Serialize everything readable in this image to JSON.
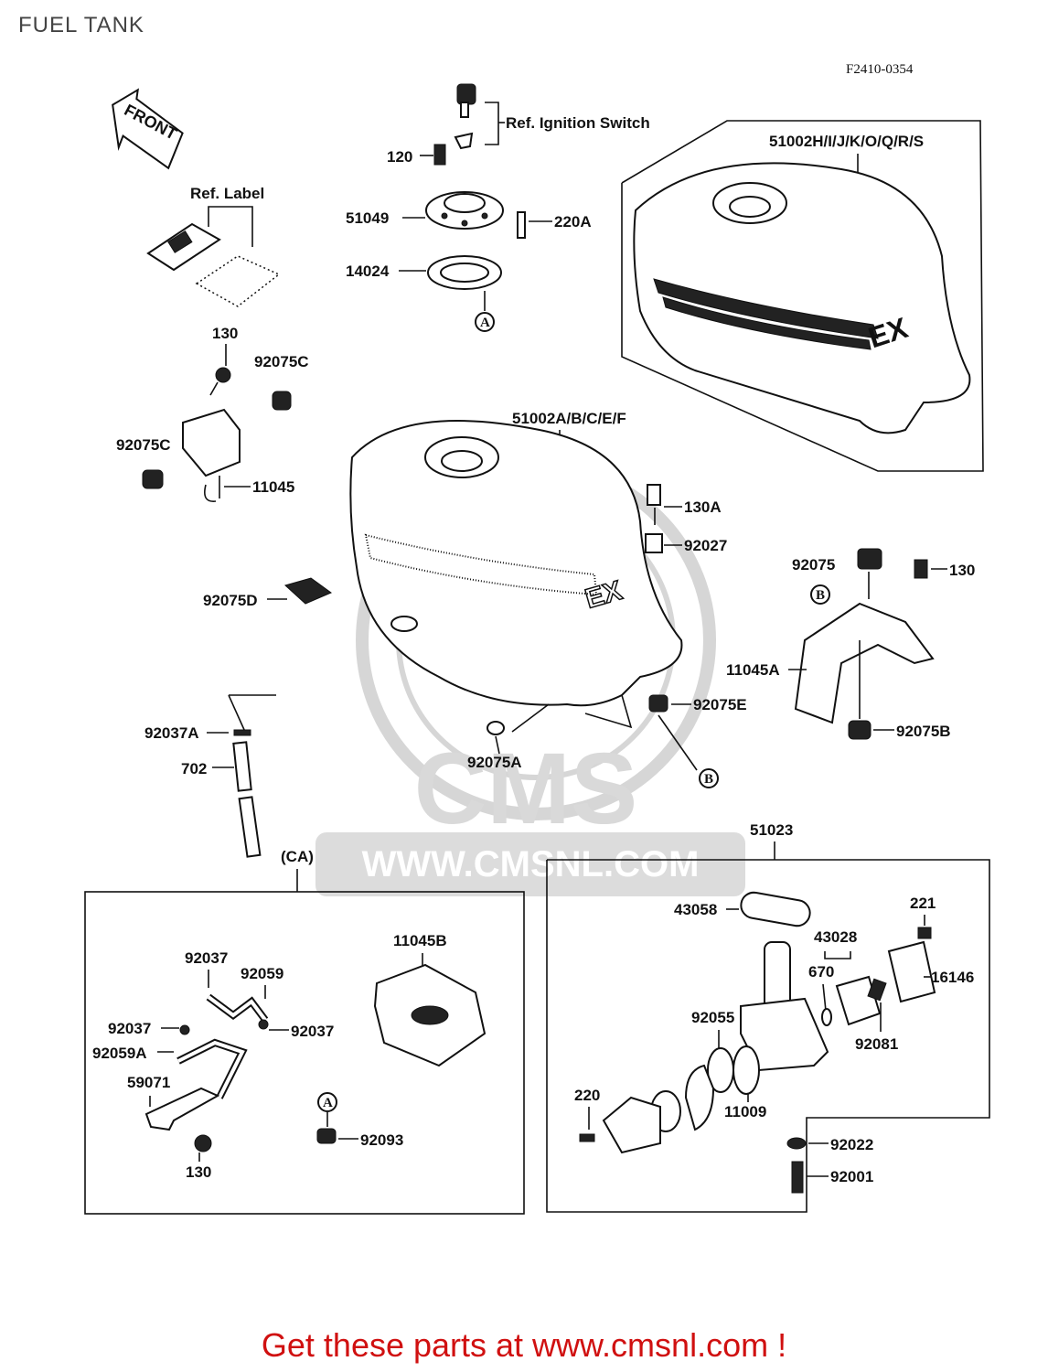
{
  "title": "FUEL TANK",
  "drawing_code": "F2410-0354",
  "front_label": "FRONT",
  "footer": "Get these parts at www.cmsnl.com !",
  "watermark": {
    "logo": "CMS",
    "url": "WWW.CMSNL.COM"
  },
  "labels": {
    "ignition": "Ref. Ignition Switch",
    "ref_label": "Ref.  Label",
    "p120": "120",
    "p51049": "51049",
    "p220a": "220A",
    "p14024": "14024",
    "p130_a": "130",
    "p92075c_a": "92075C",
    "p92075c_b": "92075C",
    "p11045": "11045",
    "p51002b": "51002H/I/J/K/O/Q/R/S",
    "p51002a": "51002A/B/C/E/F",
    "p130a": "130A",
    "p92027": "92027",
    "p92075": "92075",
    "p130_b": "130",
    "p11045a": "11045A",
    "p92075e": "92075E",
    "p92075b": "92075B",
    "p92075d": "92075D",
    "p92037a": "92037A",
    "p702": "702",
    "p92075a": "92075A",
    "ca": "(CA)",
    "p51023": "51023",
    "p11045b": "11045B",
    "p92037_a": "92037",
    "p92059": "92059",
    "p92037_b": "92037",
    "p92037_c": "92037",
    "p92059a": "92059A",
    "p59071": "59071",
    "p130_c": "130",
    "p92093": "92093",
    "p43058": "43058",
    "p221": "221",
    "p43028": "43028",
    "p670": "670",
    "p16146": "16146",
    "p92055": "92055",
    "p92081": "92081",
    "p220": "220",
    "p11009": "11009",
    "p92022": "92022",
    "p92001": "92001"
  },
  "markers": {
    "a1": "A",
    "a2": "A",
    "b1": "B",
    "b2": "B"
  }
}
